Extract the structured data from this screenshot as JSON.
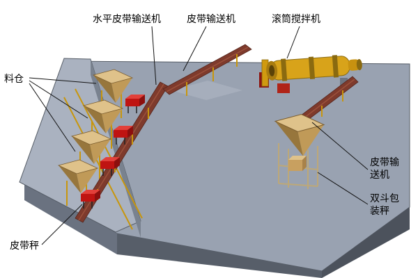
{
  "figure": {
    "type": "3d-plant-schematic",
    "labels": {
      "silo": "料仓",
      "horizontal_belt_conveyor": "水平皮带输送机",
      "belt_conveyor_upper": "皮带输送机",
      "drum_mixer": "滚筒搅拌机",
      "belt_conveyor_right": "皮带输送机",
      "double_hopper_packing_scale": "双斗包装秤",
      "belt_scale": "皮带秤"
    },
    "colors": {
      "background": "#ffffff",
      "platform_top": "#99a2b1",
      "platform_front": "#5a616c",
      "ledge_top": "#aab2c0",
      "cliff_face": "#79828f",
      "hopper_tan": "#c09a58",
      "cart_red": "#bf1412",
      "conveyor_brown": "#7e3a2c",
      "frame_yellow": "#c8960c",
      "mixer_yellow": "#d8a31a",
      "label_text": "#000000"
    }
  }
}
